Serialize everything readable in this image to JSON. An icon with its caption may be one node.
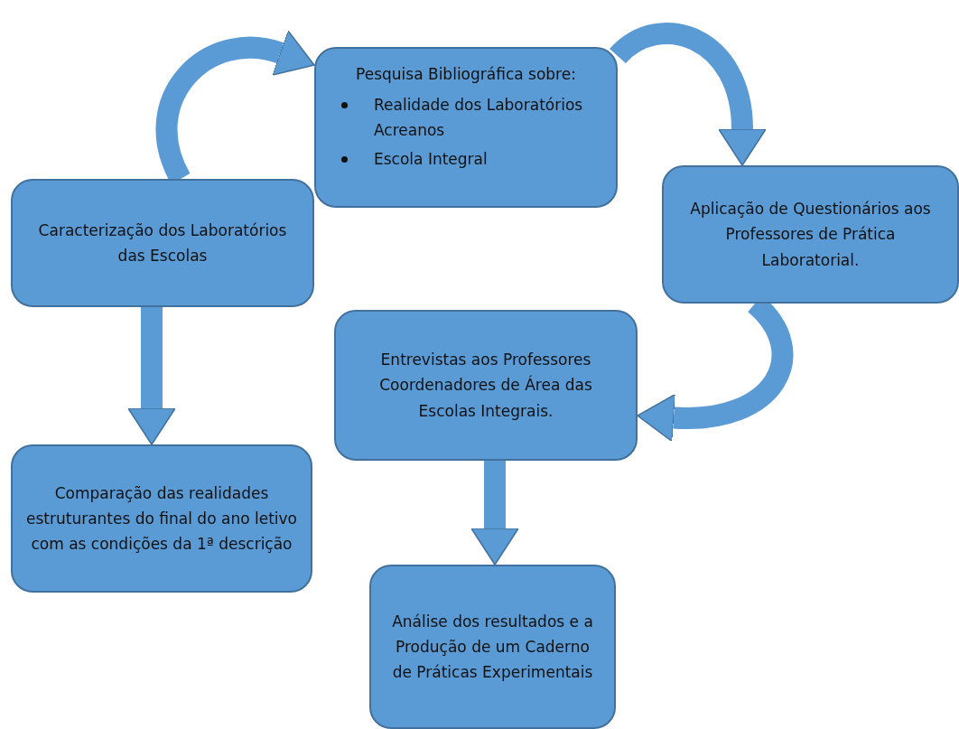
{
  "diagram": {
    "nodes": [
      {
        "text": [
          "Caracterização dos Laboratórios das Escolas"
        ]
      },
      {
        "text": [
          "Pesquisa Bibliográfica sobre:",
          "Realidade dos Laboratórios Acreanos",
          "Escola Integral"
        ]
      },
      {
        "text": [
          "Aplicação de Questionários aos Professores de Prática Laboratorial."
        ]
      },
      {
        "text": [
          "Entrevistas aos Professores Coordenadores de Área das Escolas Integrais."
        ]
      },
      {
        "text": [
          "Comparação das realidades estruturantes do final do ano letivo com as condições da 1ª descrição"
        ]
      },
      {
        "text": [
          "Análise dos resultados e a Produção de um Caderno de Práticas Experimentais"
        ]
      }
    ],
    "edges": [
      {
        "from": 0,
        "to": 1,
        "arrow": "to"
      },
      {
        "from": 1,
        "to": 2,
        "arrow": "to"
      },
      {
        "from": 2,
        "to": 3,
        "arrow": "to"
      },
      {
        "from": 0,
        "to": 4,
        "arrow": "to"
      },
      {
        "from": 3,
        "to": 5,
        "arrow": "to"
      }
    ]
  }
}
